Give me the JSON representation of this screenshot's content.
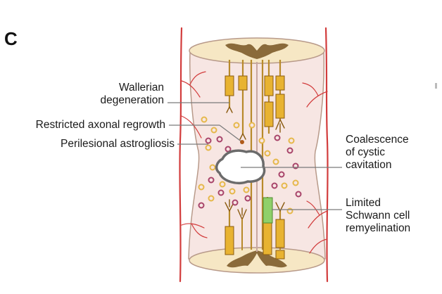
{
  "panel_label": "C",
  "labels": {
    "wallerian": [
      "Wallerian",
      "degeneration"
    ],
    "restricted": "Restricted axonal regrowth",
    "perilesional": "Perilesional astrogliosis",
    "coalescence": [
      "Coalescence",
      "of cystic",
      "cavitation"
    ],
    "limited": [
      "Limited",
      "Schwann cell",
      "remyelination"
    ]
  },
  "colors": {
    "tissue": "#f7e6e3",
    "cord_cap": "#f6e7c4",
    "gray_matter": "#8a6a3a",
    "axon": "#b88a2a",
    "myelin": "#e8b331",
    "myelin_outline": "#8a5b10",
    "schwann": "#8fd06a",
    "vessel": "#d23c3c",
    "astrocyte": "#e6b84a",
    "macrophage": "#a8446a",
    "cyst_outline": "#6b6b6b"
  }
}
